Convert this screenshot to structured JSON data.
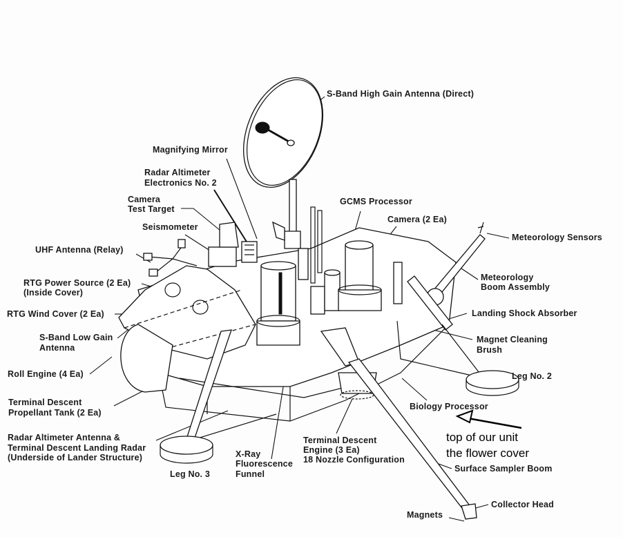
{
  "title": "Viking Lander component diagram",
  "labels": {
    "high_gain_antenna": "S-Band High Gain Antenna (Direct)",
    "magnifying_mirror": "Magnifying Mirror",
    "radar_alt_elec_1": "Radar Altimeter",
    "radar_alt_elec_2": "Electronics No. 2",
    "camera_test_target_1": "Camera",
    "camera_test_target_2": "Test Target",
    "seismometer": "Seismometer",
    "gcms_processor": "GCMS Processor",
    "camera": "Camera (2 Ea)",
    "meteorology_sensors": "Meteorology Sensors",
    "uhf_antenna": "UHF Antenna (Relay)",
    "rtg_power_1": "RTG Power Source (2 Ea)",
    "rtg_power_2": "(Inside Cover)",
    "meteorology_boom_1": "Meteorology",
    "meteorology_boom_2": "Boom Assembly",
    "rtg_wind_cover": "RTG Wind Cover (2 Ea)",
    "landing_shock_absorber": "Landing Shock Absorber",
    "sband_low_gain_1": "S-Band Low Gain",
    "sband_low_gain_2": "Antenna",
    "magnet_cleaning_1": "Magnet Cleaning",
    "magnet_cleaning_2": "Brush",
    "roll_engine": "Roll Engine (4 Ea)",
    "leg_2": "Leg No. 2",
    "prop_tank_1": "Terminal Descent",
    "prop_tank_2": "Propellant Tank (2 Ea)",
    "biology_processor": "Biology Processor",
    "radar_antenna_1": "Radar Altimeter Antenna &",
    "radar_antenna_2": "Terminal Descent Landing Radar",
    "radar_antenna_3": "(Underside of Lander Structure)",
    "xray_1": "X-Ray",
    "xray_2": "Fluorescence",
    "xray_3": "Funnel",
    "descent_engine_1": "Terminal Descent",
    "descent_engine_2": "Engine (3 Ea)",
    "descent_engine_3": "18 Nozzle Configuration",
    "leg_3": "Leg No. 3",
    "surface_sampler_boom": "Surface Sampler Boom",
    "collector_head": "Collector Head",
    "magnets": "Magnets"
  },
  "annotation": {
    "line1": "top of our unit",
    "line2": "the flower cover",
    "arrow_icon": "arrow-left-icon"
  }
}
